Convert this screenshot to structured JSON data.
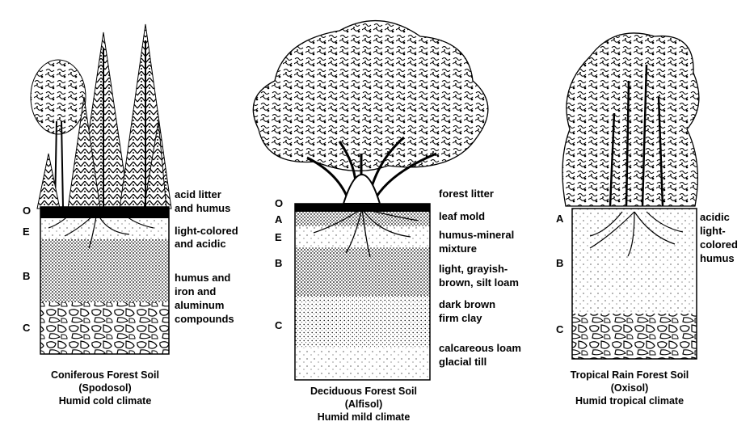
{
  "profiles": [
    {
      "caption": {
        "line1": "Coniferous Forest Soil",
        "line2": "(Spodosol)",
        "line3": "Humid cold climate"
      },
      "horizons": [
        "O",
        "E",
        "B",
        "C"
      ],
      "annotations": [
        "acid litter",
        "and humus",
        "light-colored",
        "and acidic",
        "humus and",
        "iron and",
        "aluminum",
        "compounds"
      ]
    },
    {
      "caption": {
        "line1": "Deciduous Forest Soil",
        "line2": "(Alfisol)",
        "line3": "Humid mild climate"
      },
      "horizons": [
        "O",
        "A",
        "E",
        "B",
        "C"
      ],
      "annotations": [
        "forest litter",
        "leaf mold",
        "humus-mineral",
        "mixture",
        "light, grayish-",
        "brown, silt loam",
        "dark brown",
        "firm clay",
        "calcareous loam",
        "glacial till"
      ]
    },
    {
      "caption": {
        "line1": "Tropical Rain Forest Soil",
        "line2": "(Oxisol)",
        "line3": "Humid tropical climate"
      },
      "horizons": [
        "A",
        "B",
        "C"
      ],
      "annotations": [
        "acidic",
        "light-",
        "colored",
        "humus"
      ]
    }
  ]
}
